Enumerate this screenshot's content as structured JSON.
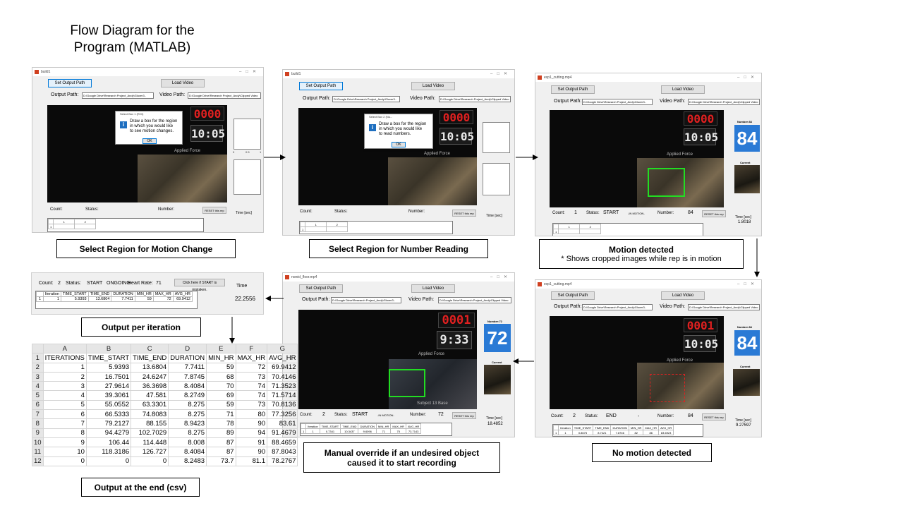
{
  "title_line1": "Flow Diagram for the",
  "title_line2": "Program (MATLAB)",
  "common": {
    "set_output_path": "Set Output Path",
    "load_video": "Load Video",
    "output_path_label": "Output Path:",
    "video_path_label": "Video Path:",
    "output_path_value": "D:\\Google Drive\\Research Project_Andy\\Gluver3..",
    "video_path_value": "D:\\Google Drive\\Research Project_Andy\\Clipped Video",
    "count_label": "Count:",
    "status_label": "Status:",
    "number_label": "Number:",
    "reset_button": "RESET this rep",
    "time_sec": "Time [sec]",
    "ok": "OK",
    "number_panel_84": "Number:84",
    "number_panel_72": "Number:72",
    "current_label": "Current",
    "digits_top": "0000",
    "digits_bottom": "10:05",
    "applied_force": "Applied Force",
    "in_motion": "-IN MOTION-",
    "dash": "-"
  },
  "win1": {
    "title": "build1",
    "dialog_title": "Select Box 1 (ROI)",
    "dialog_msg1": "Draw a box for the region",
    "dialog_msg2": "in which you would like",
    "dialog_msg3": "to see motion changes.",
    "table_cols": [
      "1",
      "2"
    ],
    "table_row": "1",
    "axis_ticks": [
      "0",
      "0.5",
      "1"
    ],
    "axis_y": [
      "1",
      "0.5",
      "0"
    ]
  },
  "win2": {
    "title": "build1",
    "dialog_title": "Select Box 2 (Nu...",
    "dialog_msg1": "Draw a box for the region",
    "dialog_msg2": "in which you would like",
    "dialog_msg3": "to read numbers.",
    "table_cols": [
      "1",
      "2"
    ],
    "table_row": "1"
  },
  "win3": {
    "title": "exp1_cutting.mp4",
    "count": "1",
    "status": "START",
    "number": "84",
    "time": "1.8018",
    "big_number": "84",
    "table_cols": [
      "1",
      "2"
    ],
    "table_row": "1"
  },
  "win4": {
    "title": "exp1_cutting.mp4",
    "count": "2",
    "status": "END",
    "number": "84",
    "time": "9.27597",
    "digits": "0001",
    "big_number": "84",
    "table_header": [
      "Iteration",
      "TIME_START",
      "TIME_END",
      "DURATION",
      "MIN_HR",
      "MAX_HR",
      "AVG_HR"
    ],
    "table_row": [
      "1",
      "1",
      "0.8675",
      "8.7421",
      "7.8746",
      "82",
      "86",
      "83.6923"
    ]
  },
  "win5": {
    "title": "nowid_floor.mp4",
    "count": "2",
    "status": "START",
    "number": "72",
    "time": "18.4852",
    "digits": "0001",
    "digits_bottom": "9:33",
    "big_number": "72",
    "subject_label": "Subject 13 Base",
    "table_header": [
      "Iteration",
      "TIME_START",
      "TIME_END",
      "DURATION",
      "MIN_HR",
      "MAX_HR",
      "AVG_HR"
    ],
    "table_row": [
      "1",
      "1",
      "0.7341",
      "10.3437",
      "9.6096",
      "71",
      "75",
      "73.7143"
    ]
  },
  "output_panel": {
    "count_label": "Count:",
    "count": "2",
    "status_label": "Status:",
    "status": "START",
    "ongoing": "ONGOING",
    "heart_rate_label": "Heart Rate:",
    "heart_rate": "71",
    "mistaken_button": "Click here if START is mistaken.",
    "time_label": "Time",
    "time_value": "22.2556",
    "table_header": [
      "",
      "Iteration",
      "TIME_START",
      "TIME_END",
      "DURATION",
      "MIN_HR",
      "MAX_HR",
      "AVG_HR"
    ],
    "table_row": [
      "1",
      "1",
      "5.9393",
      "13.6804",
      "7.7411",
      "59",
      "72",
      "69.9412"
    ]
  },
  "captions": {
    "c1": "Select Region for Motion Change",
    "c2": "Select Region for Number Reading",
    "c3_line1": "Motion detected",
    "c3_line2": "* Shows cropped images while rep is in motion",
    "c4": "No motion detected",
    "c5_line1": "Manual override if an undesired object",
    "c5_line2": "caused it to start recording",
    "c6": "Output per iteration",
    "c7": "Output at the end (csv)"
  },
  "excel": {
    "col_letters": [
      "",
      "A",
      "B",
      "C",
      "D",
      "E",
      "F",
      "G"
    ],
    "rows": [
      [
        "1",
        "ITERATIONS",
        "TIME_START",
        "TIME_END",
        "DURATION",
        "MIN_HR",
        "MAX_HR",
        "AVG_HR"
      ],
      [
        "2",
        "1",
        "5.9393",
        "13.6804",
        "7.7411",
        "59",
        "72",
        "69.9412"
      ],
      [
        "3",
        "2",
        "16.7501",
        "24.6247",
        "7.8745",
        "68",
        "73",
        "70.4146"
      ],
      [
        "4",
        "3",
        "27.9614",
        "36.3698",
        "8.4084",
        "70",
        "74",
        "71.3523"
      ],
      [
        "5",
        "4",
        "39.3061",
        "47.581",
        "8.2749",
        "69",
        "74",
        "71.5714"
      ],
      [
        "6",
        "5",
        "55.0552",
        "63.3301",
        "8.275",
        "59",
        "73",
        "70.8136"
      ],
      [
        "7",
        "6",
        "66.5333",
        "74.8083",
        "8.275",
        "71",
        "80",
        "77.3256"
      ],
      [
        "8",
        "7",
        "79.2127",
        "88.155",
        "8.9423",
        "78",
        "90",
        "83.61"
      ],
      [
        "9",
        "8",
        "94.4279",
        "102.7029",
        "8.275",
        "89",
        "94",
        "91.4679"
      ],
      [
        "10",
        "9",
        "106.44",
        "114.448",
        "8.008",
        "87",
        "91",
        "88.4659"
      ],
      [
        "11",
        "10",
        "118.3186",
        "126.727",
        "8.4084",
        "87",
        "90",
        "87.8043"
      ],
      [
        "12",
        "0",
        "0",
        "0",
        "8.2483",
        "73.7",
        "81.1",
        "78.2767"
      ]
    ]
  }
}
